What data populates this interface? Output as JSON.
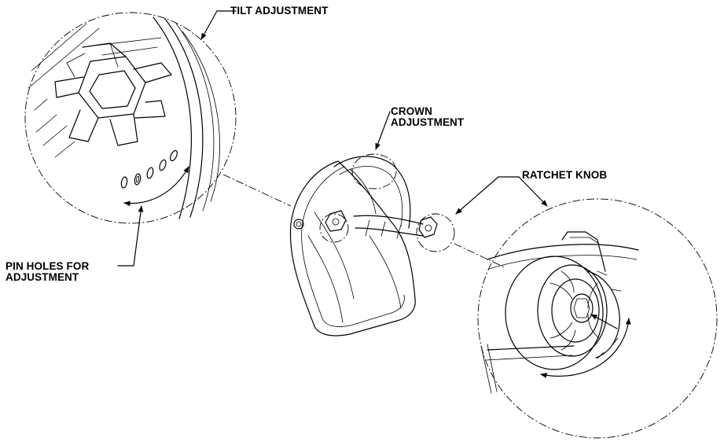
{
  "labels": {
    "tilt": "TILT ADJUSTMENT",
    "crown_line1": "CROWN",
    "crown_line2": "ADJUSTMENT",
    "ratchet": "RATCHET KNOB",
    "pin_line1": "PIN HOLES FOR",
    "pin_line2": "ADJUSTMENT"
  }
}
